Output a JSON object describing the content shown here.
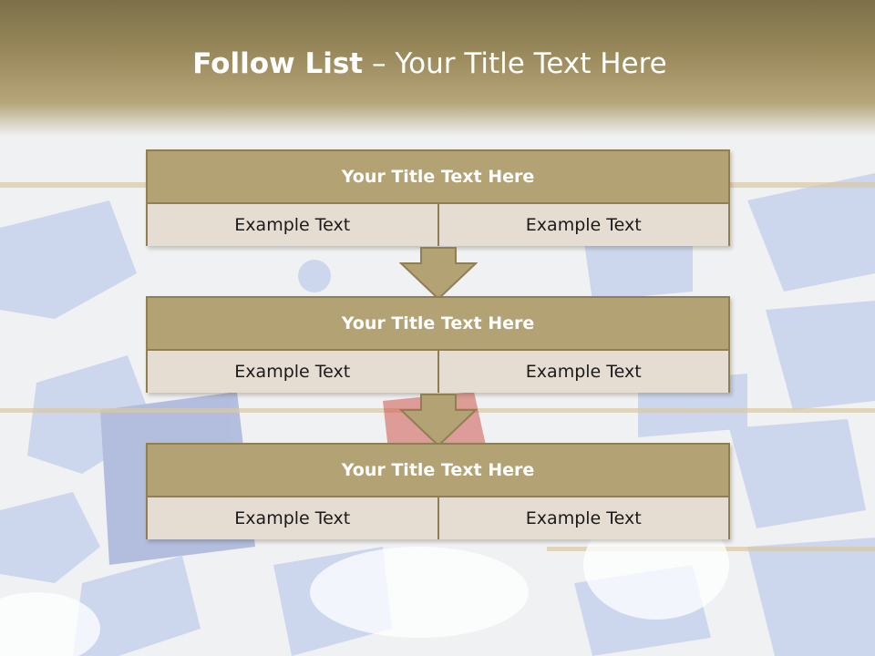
{
  "slide": {
    "title_bold": "Follow List",
    "title_rest": " – Your Title Text Here"
  },
  "blocks": [
    {
      "title": "Your Title Text Here",
      "cells": [
        "Example Text",
        "Example Text"
      ]
    },
    {
      "title": "Your Title Text Here",
      "cells": [
        "Example Text",
        "Example Text"
      ]
    },
    {
      "title": "Your Title Text Here",
      "cells": [
        "Example Text",
        "Example Text"
      ]
    }
  ],
  "colors": {
    "header": "#9a8a5c",
    "block_title_fill": "#b3a273",
    "block_cell_fill": "#e5ddd2",
    "border": "#8f7f54",
    "arrow_fill": "#b3a273"
  },
  "icons": {
    "connector": "down-arrow-icon"
  }
}
